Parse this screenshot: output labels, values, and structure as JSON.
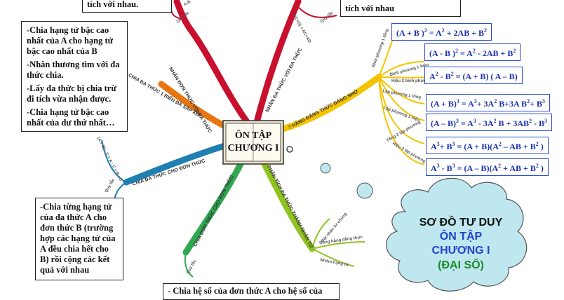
{
  "center": {
    "title_line1": "ÔN TẬP",
    "title_line2": "CHƯƠNG I"
  },
  "cloud": {
    "line1": "SƠ ĐỒ TƯ DUY",
    "line2": "ÔN TẬP",
    "line3": "CHƯƠNG I",
    "line4": "(ĐẠI SỐ)"
  },
  "branches": {
    "mono_div_mono": "NHÂN ĐƠN THỨC VỚI ĐA THỨC",
    "poly_mul": "NHÂN ĐA THỨC VỚI ĐA THỨC",
    "identities": "7 HẰNG ĐẲNG THỨC ĐÁNG NHỚ",
    "poly_div_sorted": "CHIA ĐA THỨC 1 BIẾN ĐÃ SẮP XẾP",
    "poly_div_mono": "CHIA ĐA THỨC CHO ĐƠN THỨC",
    "mono_div": "CHIA ĐƠN THỨC CHO ĐƠN THỨC",
    "factor": "PHÂN TÍCH ĐA THỨC THÀNH NHÂN TỬ"
  },
  "sublabels": {
    "rule1": "Quy tắc",
    "rule2": "Quy tắc",
    "rule3": "Quy tắc",
    "rule4": "Quy tắc",
    "ac": "A(C+D) = AC+AD",
    "ab": "A.B",
    "sq1": "Bình phương 1 tổng",
    "sq2": "Bình phương 1 hiệu",
    "sq3": "Hiệu 2 bình phương",
    "cube1": "Lập phương 1 tổng",
    "cube2": "Lập phương 1 hiệu",
    "cube3": "Tổng 2 lập phương",
    "cube4": "Hiệu 2 lập phương",
    "f1": "Đặt nhân tử chung",
    "f2": "Dùng hằng đẳng thức",
    "f3": "Nhóm hạng tử",
    "abc": "(A + B) : C = A : C + B : C"
  },
  "formulas": [
    "(A + B )² = A² + 2AB + B²",
    "(A - B )² = A² -  2AB + B²",
    "A² -  B² = (A + B) ( A – B)",
    "(A + B)³ = A³+ 3A² B+3A B²+ B³",
    "(A – B)³ = A³ - 3A² B + 3AB² - B³",
    "A³+ B³ = (A + B)(A² – AB + B² )",
    "A³ - B³ = (A – B)(A² + AB + B² )"
  ],
  "boxes": {
    "top_left": "tích với nhau.",
    "top_right_line1": "tích với nhau",
    "left_div": [
      "-Chia hạng tử bậc cao nhất của  A cho  hạng tử bậc cao nhất của B",
      "-Nhân thương tìm với đa thức chia.",
      "-Lấy đa thức bị chia trừ đi tích vừa nhận được.",
      "-Chia hạng tử bậc cao nhất của dư thứ nhất…"
    ],
    "left_bottom": "-Chia từng hạng tử của đa thức A cho đơn thức B (trường hợp các hạng tử của A đều chia hết cho B) rồi cộng các kết quả với nhau",
    "bottom": "- Chia  hệ số của đơn thức A cho hệ số của"
  }
}
